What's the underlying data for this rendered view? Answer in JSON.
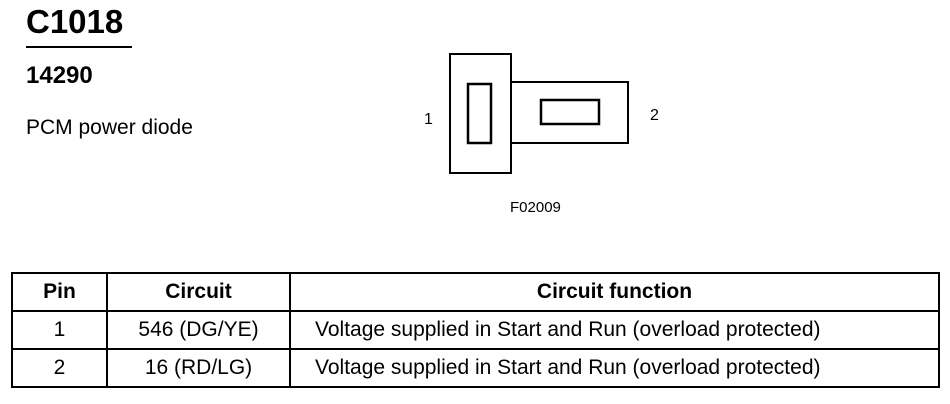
{
  "connector": {
    "id": "C1018",
    "part_number": "14290",
    "description": "PCM power diode"
  },
  "diagram": {
    "pin_1_label": "1",
    "pin_2_label": "2",
    "figure_code": "F02009"
  },
  "pin_table": {
    "headers": [
      "Pin",
      "Circuit",
      "Circuit function"
    ],
    "rows": [
      {
        "pin": "1",
        "circuit": "546 (DG/YE)",
        "function": "Voltage supplied in Start and Run (overload protected)"
      },
      {
        "pin": "2",
        "circuit": "16 (RD/LG)",
        "function": "Voltage supplied in Start and Run (overload protected)"
      }
    ]
  }
}
